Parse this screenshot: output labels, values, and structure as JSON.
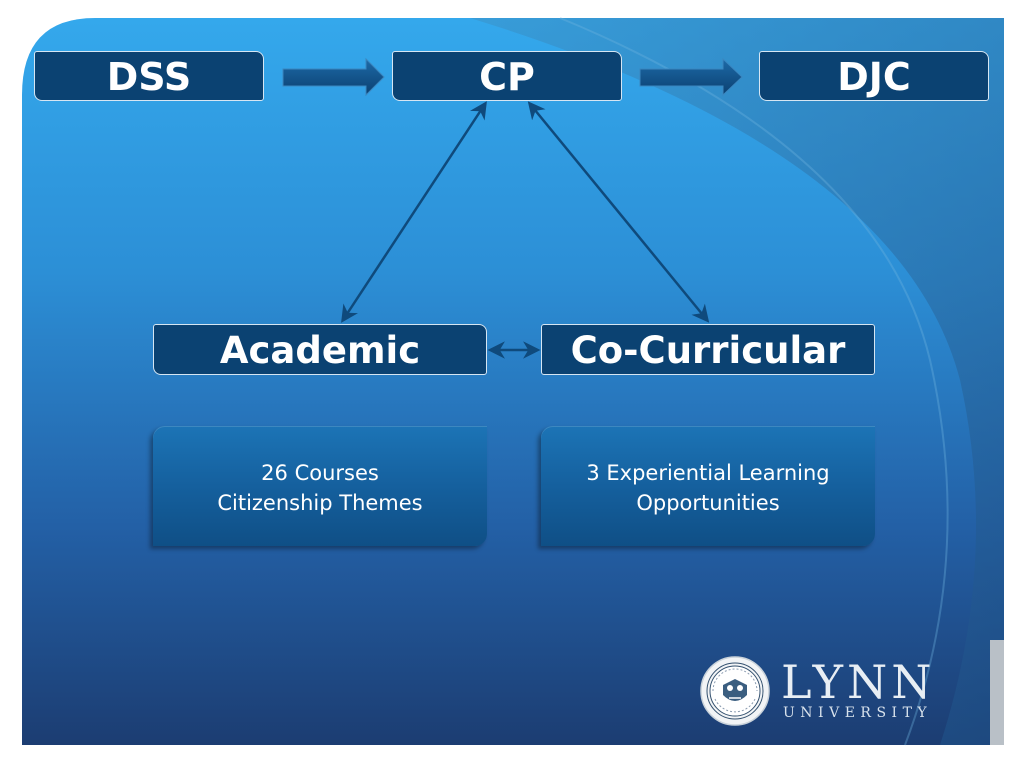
{
  "top_boxes": {
    "dss": "DSS",
    "cp": "CP",
    "djc": "DJC"
  },
  "mid_boxes": {
    "academic": "Academic",
    "cocurricular": "Co-Curricular"
  },
  "info_boxes": {
    "academic": [
      "26 Courses",
      "Citizenship Themes"
    ],
    "cocurricular": [
      "3 Experiential Learning",
      "Opportunities"
    ]
  },
  "logo": {
    "word": "LYNN",
    "sub": "UNIVERSITY"
  },
  "colors": {
    "box_fill": "#0b4272",
    "arrow": "#0f4a7c",
    "background_top": "#34a8ec",
    "background_bottom": "#1c3f73"
  }
}
